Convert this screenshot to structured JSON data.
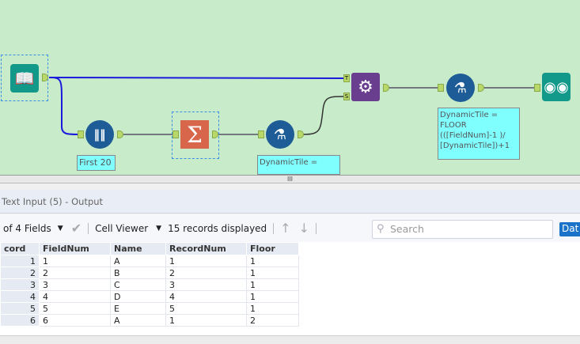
{
  "canvas": {
    "annotations": {
      "sample": "First 20",
      "formula1": "DynamicTile =",
      "formula2": [
        "DynamicTile =",
        "FLOOR",
        "(([FieldNum]-1 )/",
        "[DynamicTile])+1"
      ]
    },
    "anchors": {
      "true": "T",
      "source": "S"
    },
    "splitter": "III",
    "colors": {
      "canvas": "#c8ebca",
      "input": "#12998a",
      "sample": "#1d5c96",
      "summarize": "#d8664a",
      "formula": "#1d5c96",
      "macro": "#6a3e8f",
      "browse": "#12998a"
    }
  },
  "results": {
    "title": "Text Input (5) - Output",
    "toolbar": {
      "fields": "of 4 Fields",
      "viewer": "Cell Viewer",
      "records": "15 records displayed",
      "search_placeholder": "Search",
      "data_button": "Dat"
    },
    "columns": [
      "cord",
      "FieldNum",
      "Name",
      "RecordNum",
      "Floor"
    ],
    "rows": [
      [
        "1",
        "1",
        "A",
        "1",
        "1"
      ],
      [
        "2",
        "2",
        "B",
        "2",
        "1"
      ],
      [
        "3",
        "3",
        "C",
        "3",
        "1"
      ],
      [
        "4",
        "4",
        "D",
        "4",
        "1"
      ],
      [
        "5",
        "5",
        "E",
        "5",
        "1"
      ],
      [
        "6",
        "6",
        "A",
        "1",
        "2"
      ]
    ]
  }
}
